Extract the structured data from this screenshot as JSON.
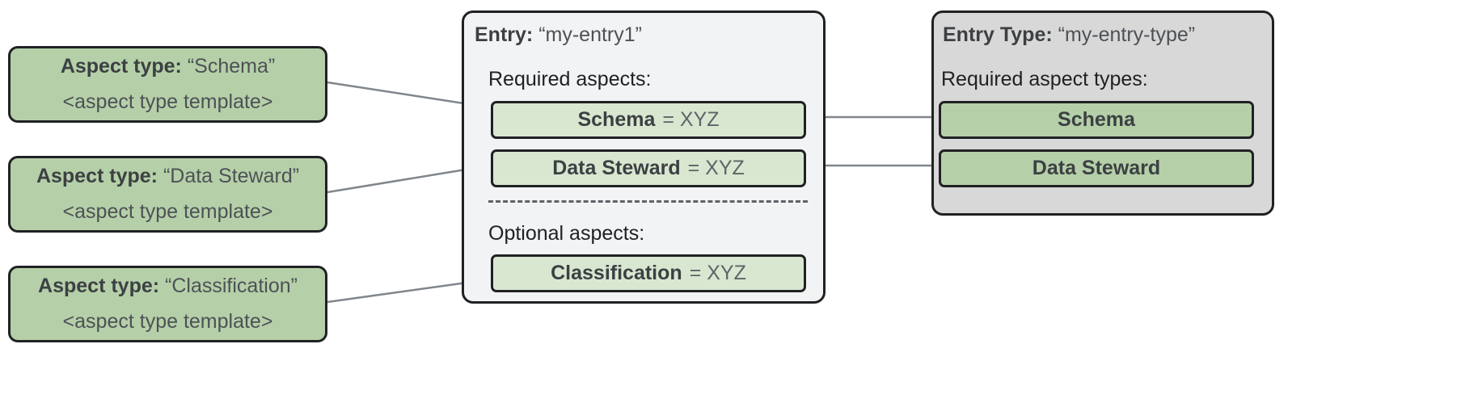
{
  "diagram": {
    "aspect_type_cards": [
      {
        "label": "Aspect type:",
        "value": "“Schema”",
        "template": "<aspect type template>",
        "name": "schema"
      },
      {
        "label": "Aspect type:",
        "value": "“Data Steward”",
        "template": "<aspect type template>",
        "name": "data-steward"
      },
      {
        "label": "Aspect type:",
        "value": "“Classification”",
        "template": "<aspect type template>",
        "name": "classification"
      }
    ],
    "entry_panel": {
      "title_label": "Entry:",
      "title_value": "“my-entry1”",
      "required_label": "Required aspects:",
      "optional_label": "Optional aspects:",
      "required_aspects": [
        {
          "name": "Schema",
          "value": "= XYZ"
        },
        {
          "name": "Data Steward",
          "value": "= XYZ"
        }
      ],
      "optional_aspects": [
        {
          "name": "Classification",
          "value": "= XYZ"
        }
      ]
    },
    "entry_type_panel": {
      "title_label": "Entry Type:",
      "title_value": "“my-entry-type”",
      "required_label": "Required aspect types:",
      "required_aspect_types": [
        {
          "name": "Schema"
        },
        {
          "name": "Data Steward"
        }
      ]
    },
    "colors": {
      "aspect_type_green": "#b5d0a8",
      "aspect_instance_green": "#d9e7d0",
      "entry_panel_gray": "#f1f3f4",
      "entry_type_panel_gray": "#d8d8d8",
      "outline": "#202124",
      "connector": "#80868b",
      "text_primary": "#202124",
      "text_secondary": "#5f6368"
    }
  }
}
